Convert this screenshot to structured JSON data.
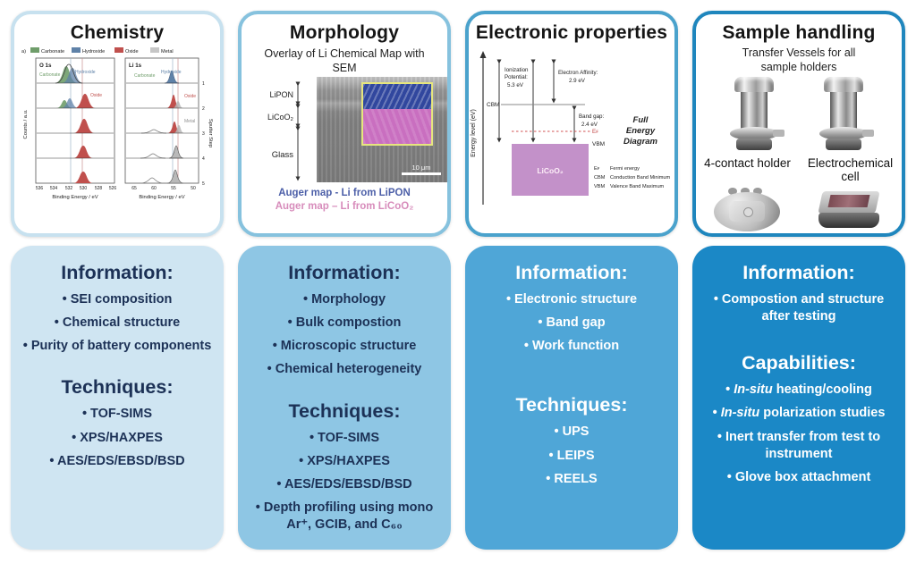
{
  "columns": [
    {
      "title": "Chemistry",
      "accent": "#c7e1ef",
      "panel_bg": "#cfe5f2",
      "text_color": "#1c3156",
      "sections": [
        {
          "heading": "Information:",
          "items": [
            {
              "em": "",
              "text": "SEI composition"
            },
            {
              "em": "",
              "text": "Chemical structure"
            },
            {
              "em": "",
              "text": "Purity of battery components"
            }
          ]
        },
        {
          "heading": "Techniques:",
          "items": [
            {
              "em": "",
              "text": "TOF-SIMS"
            },
            {
              "em": "",
              "text": "XPS/HAXPES"
            },
            {
              "em": "",
              "text": "AES/EDS/EBSD/BSD"
            }
          ]
        }
      ]
    },
    {
      "title": "Morphology",
      "accent": "#86c2de",
      "panel_bg": "#8ec6e4",
      "text_color": "#1c3156",
      "sections": [
        {
          "heading": "Information:",
          "items": [
            {
              "em": "",
              "text": "Morphology"
            },
            {
              "em": "",
              "text": "Bulk compostion"
            },
            {
              "em": "",
              "text": "Microscopic structure"
            },
            {
              "em": "",
              "text": "Chemical heterogeneity"
            }
          ]
        },
        {
          "heading": "Techniques:",
          "items": [
            {
              "em": "",
              "text": "TOF-SIMS"
            },
            {
              "em": "",
              "text": "XPS/HAXPES"
            },
            {
              "em": "",
              "text": "AES/EDS/EBSD/BSD"
            },
            {
              "em": "",
              "text": "Depth profiling using mono Ar⁺, GCIB, and C₆₀"
            }
          ]
        }
      ]
    },
    {
      "title": "Electronic properties",
      "accent": "#4aa2cc",
      "panel_bg": "#4fa6d7",
      "text_color": "#ffffff",
      "sections": [
        {
          "heading": "Information:",
          "items": [
            {
              "em": "",
              "text": "Electronic structure"
            },
            {
              "em": "",
              "text": "Band gap"
            },
            {
              "em": "",
              "text": "Work function"
            }
          ]
        },
        {
          "heading": "Techniques:",
          "items": [
            {
              "em": "",
              "text": "UPS"
            },
            {
              "em": "",
              "text": "LEIPS"
            },
            {
              "em": "",
              "text": "REELS"
            }
          ]
        }
      ]
    },
    {
      "title": "Sample handling",
      "accent": "#1f86bd",
      "panel_bg": "#1b88c6",
      "text_color": "#ffffff",
      "sections": [
        {
          "heading": "Information:",
          "items": [
            {
              "em": "",
              "text": "Compostion and structure after testing"
            }
          ]
        },
        {
          "heading": "Capabilities:",
          "items": [
            {
              "em": "In-situ",
              "text": " heating/cooling"
            },
            {
              "em": "In-situ",
              "text": " polarization studies"
            },
            {
              "em": "",
              "text": "Inert transfer from test to instrument"
            },
            {
              "em": "",
              "text": "Glove box attachment"
            }
          ]
        }
      ]
    }
  ],
  "chem_fig": {
    "panel_tag": "a)",
    "legend": [
      {
        "label": "Carbonate",
        "color": "#6f9d6a"
      },
      {
        "label": "Hydroxide",
        "color": "#5f82a8"
      },
      {
        "label": "Oxide",
        "color": "#c0504d"
      },
      {
        "label": "Metal",
        "color": "#c6c6c6"
      }
    ],
    "o1s_title": "O 1s",
    "li1s_title": "Li 1s",
    "o1s_carbonate": "Carbonate",
    "o1s_hydroxide": "Hydroxide",
    "o1s_oxide": "Oxide",
    "li1s_carbonate": "Carbonate",
    "li1s_hydroxide": "Hydroxide",
    "li1s_oxide": "Oxide",
    "li1s_metal": "Metal",
    "o1s_ticks": [
      "536",
      "534",
      "532",
      "530",
      "528",
      "526"
    ],
    "li1s_ticks": [
      "65",
      "60",
      "55",
      "50"
    ],
    "xlabel": "Binding Energy / eV",
    "ylabel": "Counts / a.u.",
    "right_label": "Sputter Step",
    "row_numbers": [
      "1",
      "2",
      "3",
      "4",
      "5"
    ]
  },
  "morph_fig": {
    "subtitle": "Overlay of Li Chemical Map with SEM",
    "layer_lipon": "LiPON",
    "layer_licoo2": "LiCoO₂",
    "layer_glass": "Glass",
    "scale": "10 μm",
    "cap1": "Auger map - Li from LiPON",
    "cap1_color": "#4c5fa8",
    "cap2": "Auger map – Li from LiCoO₂",
    "cap2_color": "#d78cbb"
  },
  "elec_fig": {
    "ylabel": "Energy level (eV)",
    "ion_l1": "Ionization",
    "ion_l2": "Potential:",
    "ion_l3": "5.3 eV",
    "aff_l1": "Electron Affinity:",
    "aff_l2": "2.9 eV",
    "cbm": "CBM",
    "vbm": "VBM",
    "ef": "Eꜰ",
    "gap_l1": "Band gap:",
    "gap_l2": "2.4 eV",
    "title_l1": "Full",
    "title_l2": "Energy",
    "title_l3": "Diagram",
    "box_label": "LiCoO₂",
    "box_color": "#c391c9",
    "leg": [
      [
        "Eꜰ",
        "Fermi energy"
      ],
      [
        "CBM",
        "Conduction Band Minimum"
      ],
      [
        "VBM",
        "Valence Band Maximum"
      ]
    ]
  },
  "sample_fig": {
    "subtitle": "Transfer Vessels for all sample holders",
    "label_left": "4-contact holder",
    "label_right": "Electrochemical cell"
  }
}
